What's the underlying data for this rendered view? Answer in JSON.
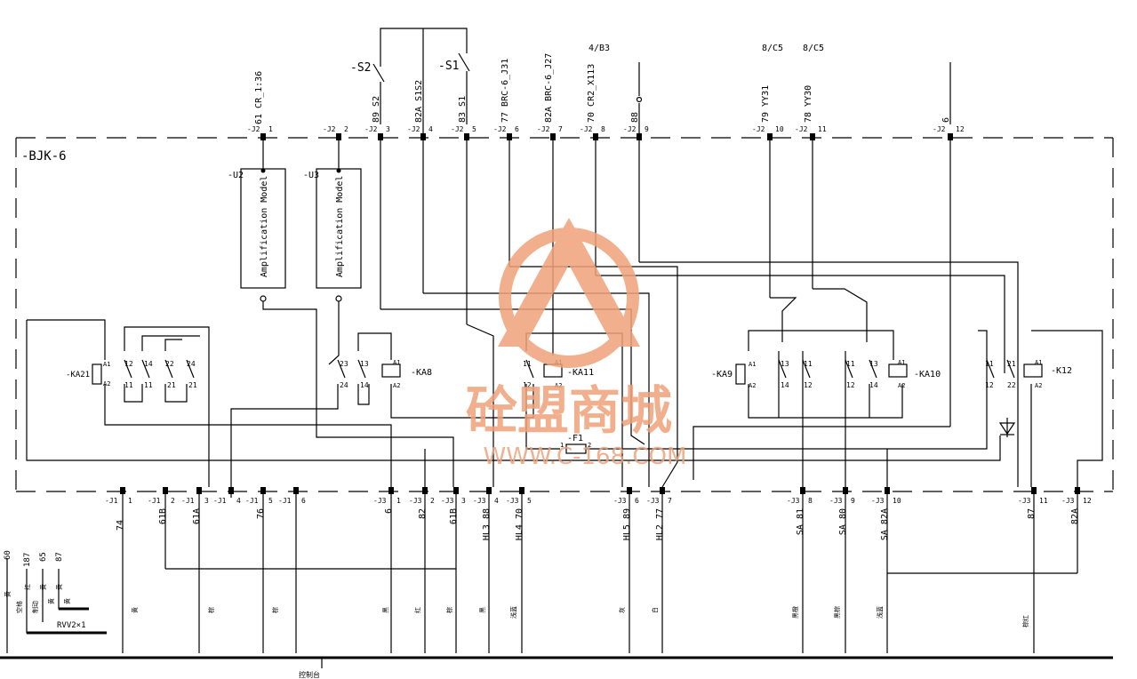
{
  "cabinet": "-BJK-6",
  "top_notes": [
    "4/B3",
    "8/C5",
    "8/C5"
  ],
  "switches": [
    "-S2",
    "-S1"
  ],
  "amplifiers": [
    {
      "ref": "-U2",
      "label": "Amplification Model"
    },
    {
      "ref": "-U3",
      "label": "Amplification Model"
    }
  ],
  "top_terminals": [
    {
      "strip": "-J2",
      "num": "1",
      "wire": "61 CR_1:36"
    },
    {
      "strip": "-J2",
      "num": "2",
      "wire": ""
    },
    {
      "strip": "-J2",
      "num": "3",
      "wire": "89 S2"
    },
    {
      "strip": "-J2",
      "num": "4",
      "wire": "82A S1S2"
    },
    {
      "strip": "-J2",
      "num": "5",
      "wire": "83 S1"
    },
    {
      "strip": "-J2",
      "num": "6",
      "wire": "77 BRC-6_J31"
    },
    {
      "strip": "-J2",
      "num": "7",
      "wire": "82A BRC-6_J27"
    },
    {
      "strip": "-J2",
      "num": "8",
      "wire": "70 CR2_X113"
    },
    {
      "strip": "-J2",
      "num": "9",
      "wire": "88"
    },
    {
      "strip": "-J2",
      "num": "10",
      "wire": "79 YY31"
    },
    {
      "strip": "-J2",
      "num": "11",
      "wire": "78 YY30"
    },
    {
      "strip": "-J2",
      "num": "12",
      "wire": "6"
    }
  ],
  "relays": [
    {
      "ref": "-KA21",
      "a": "A1",
      "b": "A2"
    },
    {
      "ref": "-KA8",
      "a": "A1",
      "b": "A2"
    },
    {
      "ref": "-KA11",
      "a": "A1",
      "b": "A2"
    },
    {
      "ref": "-KA9",
      "a": "A1",
      "b": "A2"
    },
    {
      "ref": "-KA10",
      "a": "A1",
      "b": "A2"
    },
    {
      "ref": "-K12",
      "a": "A1",
      "b": "A2"
    }
  ],
  "contact_pins": [
    "12",
    "14",
    "11",
    "11",
    "22",
    "24",
    "21",
    "21",
    "23",
    "24",
    "13",
    "14",
    "11",
    "12",
    "13",
    "14",
    "11",
    "12",
    "11",
    "12",
    "13",
    "14",
    "11",
    "12",
    "21",
    "22"
  ],
  "fuse": {
    "ref": "-F1",
    "p1": "1",
    "p2": "2"
  },
  "bottom_terminals": [
    {
      "strip": "-J1",
      "num": "1",
      "wire": "74"
    },
    {
      "strip": "-J1",
      "num": "2",
      "wire": "61B"
    },
    {
      "strip": "-J1",
      "num": "3",
      "wire": "61A"
    },
    {
      "strip": "-J1",
      "num": "4",
      "wire": ""
    },
    {
      "strip": "-J1",
      "num": "5",
      "wire": "76"
    },
    {
      "strip": "-J1",
      "num": "6",
      "wire": ""
    },
    {
      "strip": "-J3",
      "num": "1",
      "wire": "6"
    },
    {
      "strip": "-J3",
      "num": "2",
      "wire": "82"
    },
    {
      "strip": "-J3",
      "num": "3",
      "wire": "61B"
    },
    {
      "strip": "-J3",
      "num": "4",
      "wire": "HL3 88"
    },
    {
      "strip": "-J3",
      "num": "5",
      "wire": "HL4 70"
    },
    {
      "strip": "-J3",
      "num": "6",
      "wire": "HL5 89"
    },
    {
      "strip": "-J3",
      "num": "7",
      "wire": "HL2 77"
    },
    {
      "strip": "-J3",
      "num": "8",
      "wire": "SA 81"
    },
    {
      "strip": "-J3",
      "num": "9",
      "wire": "SA 80"
    },
    {
      "strip": "-J3",
      "num": "10",
      "wire": "SA 82A"
    },
    {
      "strip": "-J3",
      "num": "11",
      "wire": "87"
    },
    {
      "strip": "-J3",
      "num": "12",
      "wire": "82A"
    }
  ],
  "cable_legend": {
    "numbers": [
      "60",
      "187",
      "65",
      "87"
    ],
    "colors": [
      "黄",
      "红",
      "黄",
      "黄"
    ],
    "labels": [
      "空格",
      "制动",
      "黄",
      "黄"
    ],
    "cable": "RVV2×1"
  },
  "bottom_colors": [
    "黄",
    "棕",
    "棕",
    "黑",
    "红",
    "棕",
    "黑",
    "浅蓝",
    "灰",
    "白",
    "黑橙",
    "黑棕",
    "浅蓝",
    "棕红"
  ],
  "bus_label": "控制台",
  "watermark": {
    "title": "砼盟商城",
    "url": "WWW.C-168.COM"
  }
}
